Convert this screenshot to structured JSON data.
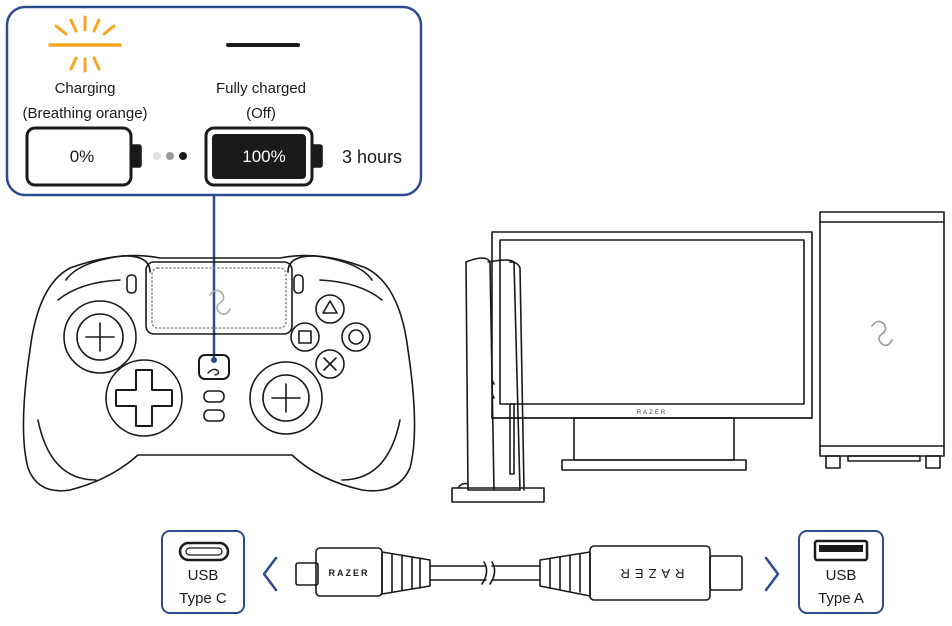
{
  "charging": {
    "charging_label": "Charging",
    "charging_desc": "(Breathing orange)",
    "full_label": "Fully charged",
    "full_desc": "(Off)",
    "empty_percent": "0%",
    "full_percent": "100%",
    "duration": "3 hours",
    "charging_led_color": "#f5a623",
    "frame_color": "#2e4a8f"
  },
  "cable": {
    "type_c_label": "USB",
    "type_c_sub": "Type C",
    "type_a_label": "USB",
    "type_a_sub": "Type A",
    "plug_brand_left": "RAZER",
    "plug_brand_right": "RAZER",
    "monitor_brand": "RAZER"
  }
}
